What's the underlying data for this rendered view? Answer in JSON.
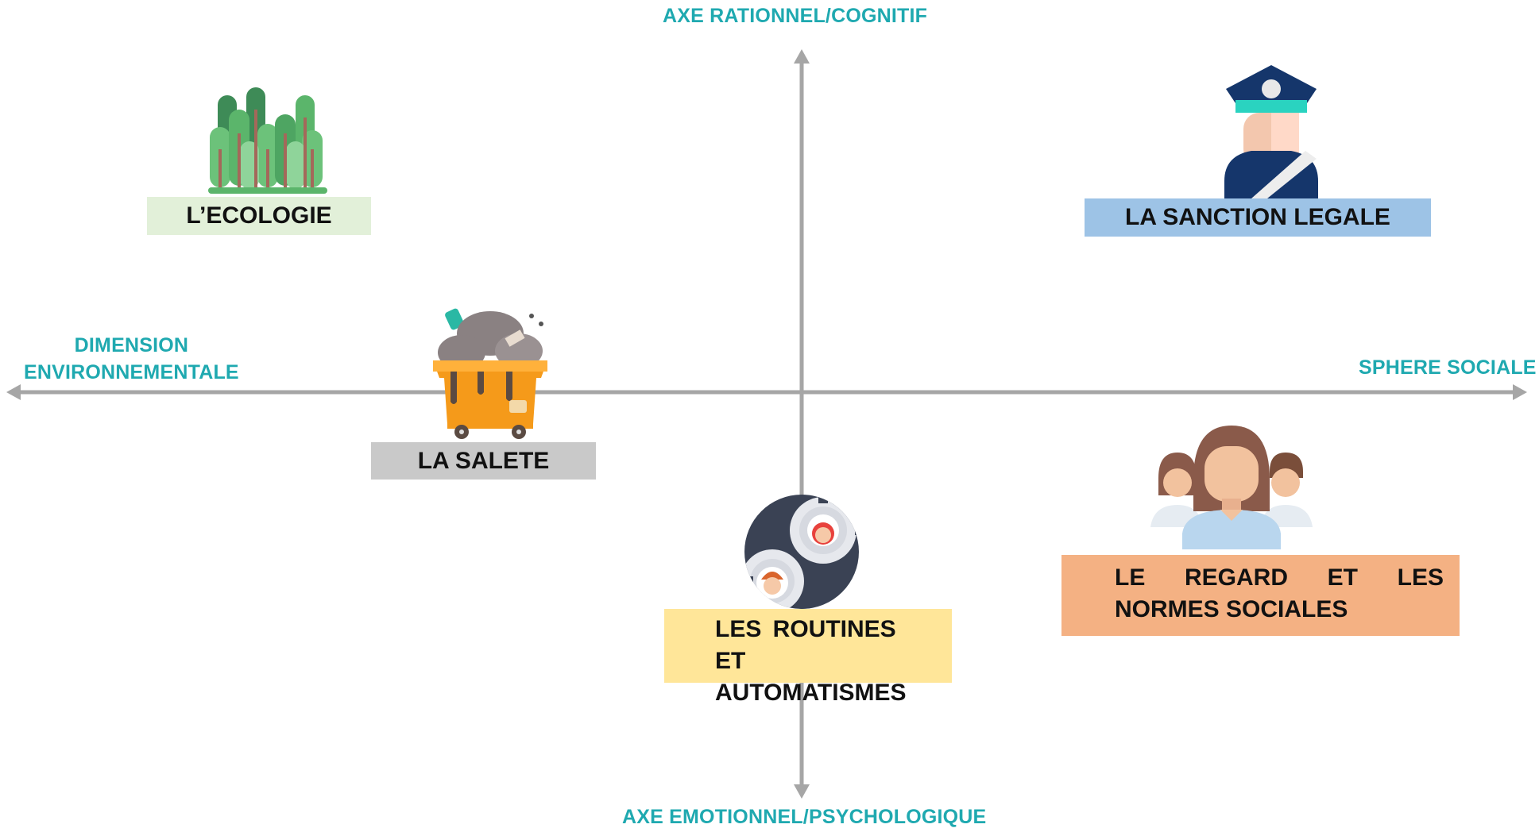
{
  "axes": {
    "top": "AXE RATIONNEL/COGNITIF",
    "bottom": "AXE EMOTIONNEL/PSYCHOLOGIQUE",
    "left_line1": "DIMENSION",
    "left_line2": "ENVIRONNEMENTALE",
    "right": "SPHERE SOCIALE"
  },
  "items": {
    "ecologie": {
      "label": "L’ECOLOGIE",
      "icon": "forest-icon",
      "color": "#e2f0d9"
    },
    "sanction": {
      "label": "LA SANCTION LEGALE",
      "icon": "police-officer-icon",
      "color": "#9dc3e6"
    },
    "salete": {
      "label": "LA SALETE",
      "icon": "garbage-cart-icon",
      "color": "#c9c9c9"
    },
    "routines": {
      "line1": "LES ROUTINES ET",
      "line2": "AUTOMATISMES",
      "icon": "gears-people-icon",
      "color": "#ffe699"
    },
    "regard": {
      "line1": "LE REGARD ET LES",
      "line2": "NORMES SOCIALES",
      "icon": "group-people-icon",
      "color": "#f4b183"
    }
  },
  "colors": {
    "axis_label": "#1fa9b0",
    "axis_line": "#a6a6a6"
  }
}
